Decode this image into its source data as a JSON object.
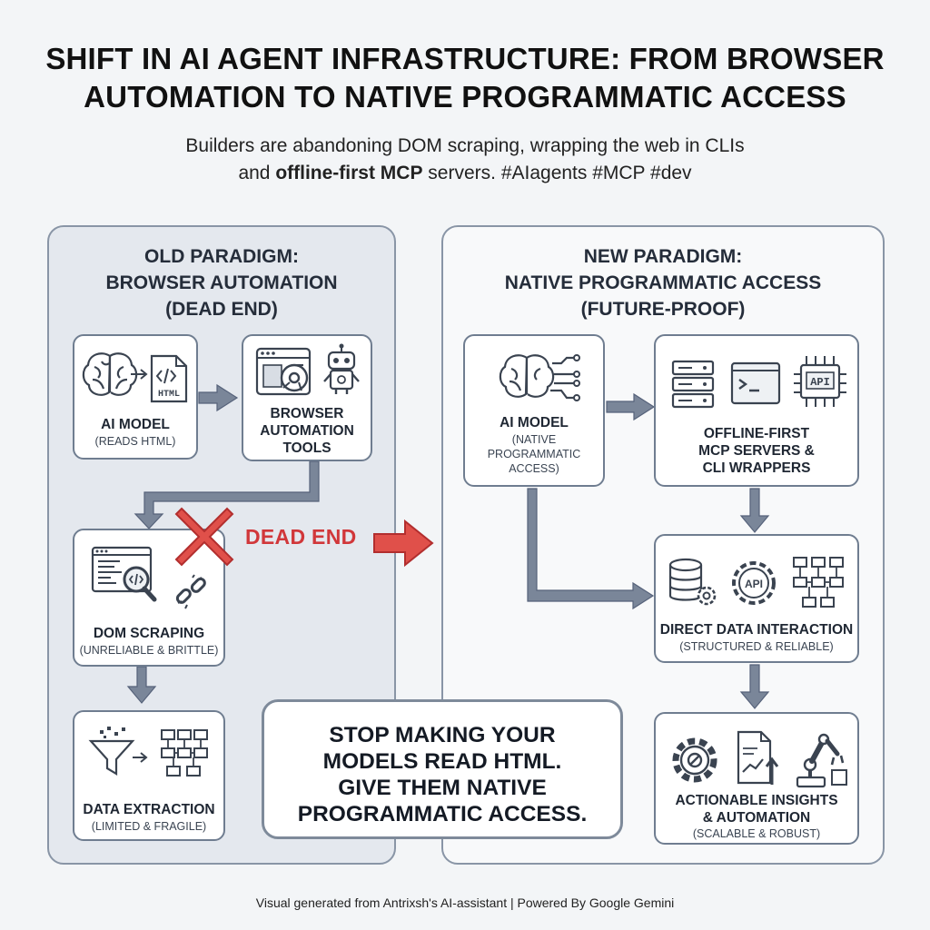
{
  "title": "SHIFT IN AI AGENT INFRASTRUCTURE: FROM BROWSER AUTOMATION TO NATIVE PROGRAMMATIC ACCESS",
  "subtitle": {
    "line1": "Builders are abandoning DOM scraping, wrapping the web in CLIs",
    "line2_pre": "and ",
    "line2_bold": "offline-first MCP",
    "line2_post": " servers. #AIagents #MCP #dev"
  },
  "old_panel": {
    "title_lines": [
      "OLD PARADIGM:",
      "BROWSER AUTOMATION",
      "(DEAD END)"
    ],
    "cards": {
      "ai_model": {
        "label": "AI MODEL",
        "sub": "(READS HTML)",
        "html_icon_text": "HTML"
      },
      "browser_tools": {
        "label_lines": [
          "BROWSER",
          "AUTOMATION",
          "TOOLS"
        ]
      },
      "dom_scraping": {
        "label": "DOM SCRAPING",
        "sub": "(UNRELIABLE & BRITTLE)"
      },
      "data_extraction": {
        "label": "DATA EXTRACTION",
        "sub": "(LIMITED & FRAGILE)"
      }
    },
    "dead_end_label": "DEAD END"
  },
  "new_panel": {
    "title_lines": [
      "NEW PARADIGM:",
      "NATIVE PROGRAMMATIC ACCESS",
      "(FUTURE-PROOF)"
    ],
    "cards": {
      "ai_model": {
        "label": "AI MODEL",
        "sub_lines": [
          "(NATIVE",
          "PROGRAMMATIC",
          "ACCESS)"
        ]
      },
      "mcp_servers": {
        "label_lines": [
          "OFFLINE-FIRST",
          "MCP SERVERS &",
          "CLI WRAPPERS"
        ],
        "api_icon_text": "API"
      },
      "direct_data": {
        "label": "DIRECT DATA INTERACTION",
        "sub": "(STRUCTURED & RELIABLE)",
        "api_icon_text": "API"
      },
      "insights": {
        "label_lines": [
          "ACTIONABLE INSIGHTS",
          "& AUTOMATION"
        ],
        "sub": "(SCALABLE & ROBUST)"
      }
    }
  },
  "callout": {
    "lines": [
      "STOP MAKING YOUR",
      "MODELS READ HTML.",
      "GIVE THEM NATIVE",
      "PROGRAMMATIC ACCESS."
    ]
  },
  "footer": "Visual generated from Antrixsh's AI-assistant | Powered By Google Gemini",
  "colors": {
    "accent_red": "#d1373a",
    "border": "#6f7d90",
    "arrow": "#7a8699",
    "old_panel_bg": "#e4e8ee"
  },
  "icons": [
    "brain-icon",
    "html-file-icon",
    "browser-window-icon",
    "robot-icon",
    "code-search-icon",
    "broken-link-icon",
    "funnel-icon",
    "flowchart-icon",
    "server-icon",
    "terminal-icon",
    "api-chip-icon",
    "database-icon",
    "api-gear-icon",
    "gear-icon",
    "growth-report-icon",
    "robot-arm-icon",
    "red-x-icon"
  ]
}
